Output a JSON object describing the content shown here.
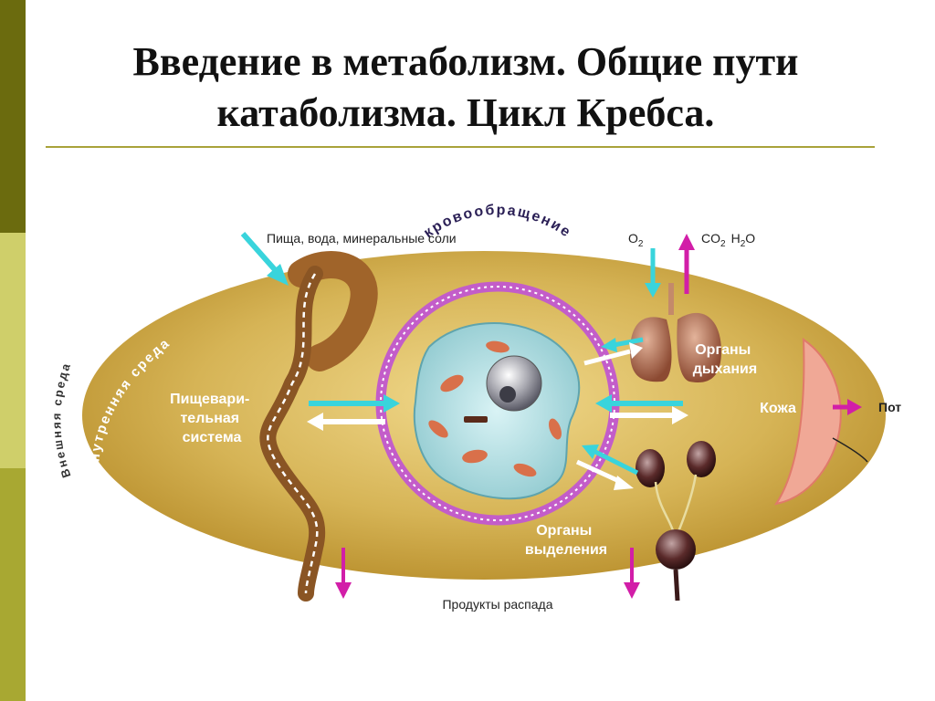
{
  "slide": {
    "title_line1": "Введение в метаболизм. Общие пути",
    "title_line2": "катаболизма. Цикл Кребса."
  },
  "diagram": {
    "top_input": "Пища, вода, минеральные соли",
    "o2": "O",
    "o2_sub": "2",
    "co2": "CO",
    "co2_sub": "2",
    "h2o_h": "H",
    "h2o_sub": "2",
    "h2o_o": "O",
    "circulation": "кровообращение",
    "external_env": "Внешняя среда",
    "internal_env": "Внутренняя среда",
    "digestive_l1": "Пищевари-",
    "digestive_l2": "тельная",
    "digestive_l3": "система",
    "respiratory_l1": "Органы",
    "respiratory_l2": "дыхания",
    "skin": "Кожа",
    "sweat": "Пот",
    "excretory_l1": "Органы",
    "excretory_l2": "выделения",
    "decay_products": "Продукты распада"
  },
  "colors": {
    "sidebar_dark": "#6b6b0e",
    "sidebar_light": "#cfcf6a",
    "sidebar_mid": "#a8a832",
    "ellipse": "#c9a23c",
    "cyan_arrow": "#39d4dc",
    "magenta_arrow": "#d21ea8",
    "circulation_ring": "#c35dc9"
  }
}
